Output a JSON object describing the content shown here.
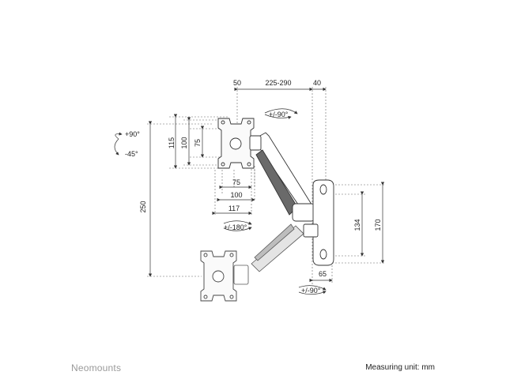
{
  "brand": "Neomounts",
  "measuring_unit": "Measuring unit: mm",
  "dimensions": {
    "top_50": "50",
    "top_225_290": "225-290",
    "top_40": "40",
    "h_115": "115",
    "h_100": "100",
    "h_75": "75",
    "w_75": "75",
    "w_100": "100",
    "w_117": "117",
    "h_250": "250",
    "h_134": "134",
    "h_170": "170",
    "w_65": "65"
  },
  "rotations": {
    "tilt_up": "+90°",
    "tilt_down": "-45°",
    "swivel_top": "+/-90°",
    "rotate": "+/-180°",
    "swivel_wall": "+/-90°"
  },
  "colors": {
    "line": "#333333",
    "dash": "#666666",
    "brand": "#9a9a9a"
  }
}
